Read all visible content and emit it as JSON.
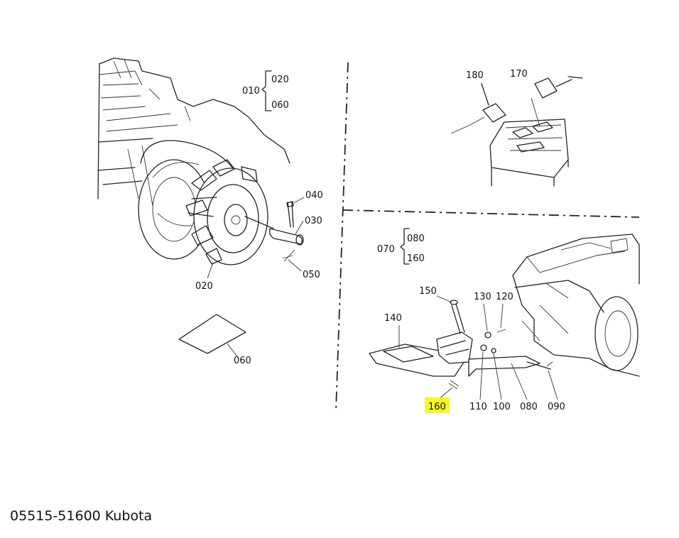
{
  "diagram": {
    "labels": {
      "l010": "010",
      "l020a": "020",
      "l060a": "060",
      "l040": "040",
      "l030": "030",
      "l050": "050",
      "l020b": "020",
      "l060b": "060",
      "l180": "180",
      "l170": "170",
      "l070": "070",
      "l080a": "080",
      "l160a": "160",
      "l150": "150",
      "l130": "130",
      "l120": "120",
      "l140": "140",
      "l160b": "160",
      "l110": "110",
      "l100": "100",
      "l080b": "080",
      "l090": "090"
    },
    "highlight_color": "#f7f728"
  },
  "caption": "05515-51600 Kubota"
}
